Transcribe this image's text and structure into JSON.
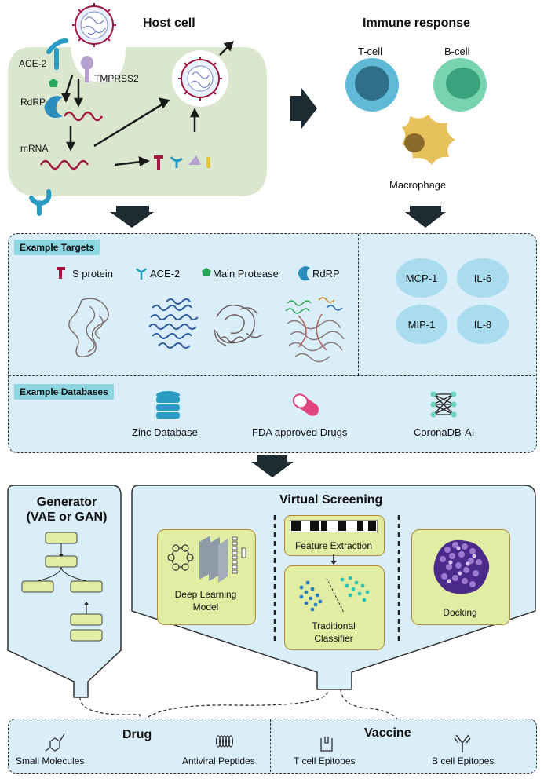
{
  "host_cell": {
    "title": "Host cell",
    "labels": {
      "ace2": "ACE-2",
      "tmprss2": "TMPRSS2",
      "rdrp": "RdRP",
      "mrna": "mRNA"
    }
  },
  "immune": {
    "title": "Immune response",
    "tcell": "T-cell",
    "bcell": "B-cell",
    "macrophage": "Macrophage"
  },
  "targets": {
    "tag": "Example Targets",
    "items": [
      "S protein",
      "ACE-2",
      "Main Protease",
      "RdRP"
    ]
  },
  "cytokines": [
    "MCP-1",
    "IL-6",
    "MIP-1",
    "IL-8"
  ],
  "databases": {
    "tag": "Example Databases",
    "items": [
      "Zinc Database",
      "FDA approved Drugs",
      "CoronaDB-AI"
    ]
  },
  "generator": {
    "title_line1": "Generator",
    "title_line2": "(VAE or GAN)"
  },
  "screening": {
    "title": "Virtual Screening",
    "dl_line1": "Deep Learning",
    "dl_line2": "Model",
    "feature": "Feature Extraction",
    "tc_line1": "Traditional",
    "tc_line2": "Classifier",
    "docking": "Docking"
  },
  "outputs": {
    "drug": {
      "title": "Drug",
      "items": [
        "Small Molecules",
        "Antiviral Peptides"
      ]
    },
    "vaccine": {
      "title": "Vaccine",
      "items": [
        "T cell Epitopes",
        "B cell Epitopes"
      ]
    }
  },
  "colors": {
    "panel": "#d9eef9",
    "tag": "#8fd6e3",
    "cell": "#dbe6cf",
    "virus_red": "#a0173f",
    "blue_icon": "#2a9bc2",
    "green_icon": "#27a95a",
    "yellow_box": "#e1eda2",
    "arrow": "#1f2b33"
  }
}
